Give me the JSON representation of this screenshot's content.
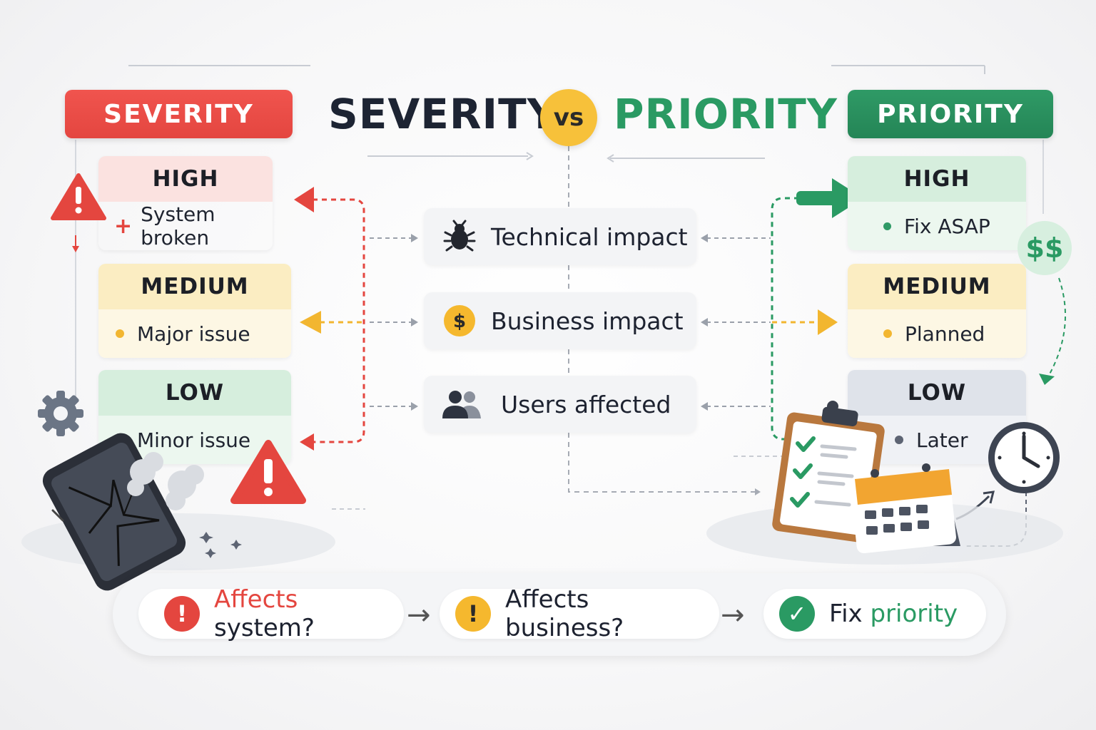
{
  "title": {
    "severity": "SEVERITY",
    "vs": "vs",
    "priority": "PRIORITY"
  },
  "severity_panel": {
    "header": "SEVERITY",
    "levels": [
      {
        "level": "HIGH",
        "desc": "System broken",
        "color": "#e4463f"
      },
      {
        "level": "MEDIUM",
        "desc": "Major issue",
        "color": "#f2b630"
      },
      {
        "level": "LOW",
        "desc": "Minor issue",
        "color": "#2f9a66"
      }
    ]
  },
  "priority_panel": {
    "header": "PRIORITY",
    "levels": [
      {
        "level": "HIGH",
        "desc": "Fix ASAP",
        "color": "#2f9a66"
      },
      {
        "level": "MEDIUM",
        "desc": "Planned",
        "color": "#f2b630"
      },
      {
        "level": "LOW",
        "desc": "Later",
        "color": "#5d6473"
      }
    ],
    "money_badge": "$$"
  },
  "factors": [
    {
      "label": "Technical impact",
      "icon": "bug-icon"
    },
    {
      "label": "Business impact",
      "icon": "dollar-coin-icon"
    },
    {
      "label": "Users affected",
      "icon": "users-icon"
    }
  ],
  "flow": {
    "steps": [
      {
        "highlight": "Affects",
        "rest": " system?",
        "icon": "error-badge-icon",
        "color": "#e4463f",
        "symbol": "!"
      },
      {
        "highlight": "",
        "rest": "Affects business?",
        "icon": "warning-badge-icon",
        "color": "#f5b82e",
        "symbol": "!"
      },
      {
        "highlight": "Fix ",
        "rest": "priority",
        "icon": "check-badge-icon",
        "color": "#2a9a63",
        "symbol": "✓"
      }
    ],
    "arrow": "→"
  },
  "colors": {
    "severity_red": "#e4463f",
    "priority_green": "#2a9a63",
    "accent_yellow": "#f7c13a"
  }
}
